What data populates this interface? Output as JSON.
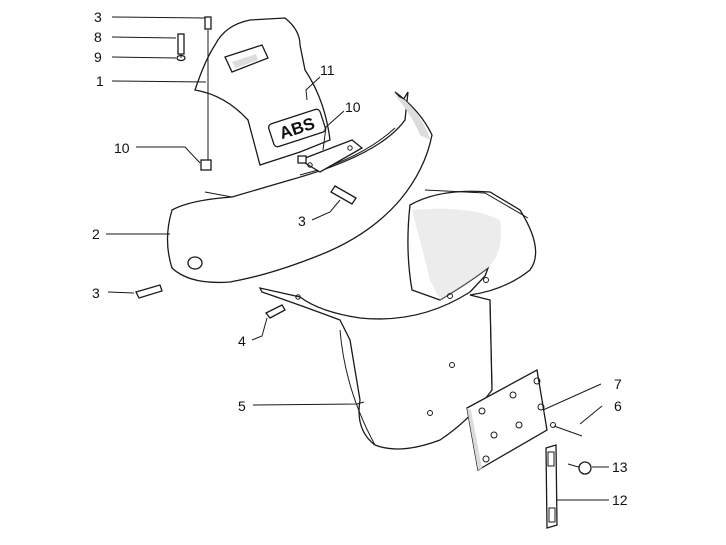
{
  "diagram": {
    "badge_text": "ABS",
    "callouts": {
      "c3_top": "3",
      "c8": "8",
      "c9": "9",
      "c1": "1",
      "c11": "11",
      "c10_right": "10",
      "c10_left": "10",
      "c3_mid": "3",
      "c2": "2",
      "c3_left": "3",
      "c4": "4",
      "c5": "5",
      "c7": "7",
      "c6": "6",
      "c13": "13",
      "c12": "12"
    }
  }
}
